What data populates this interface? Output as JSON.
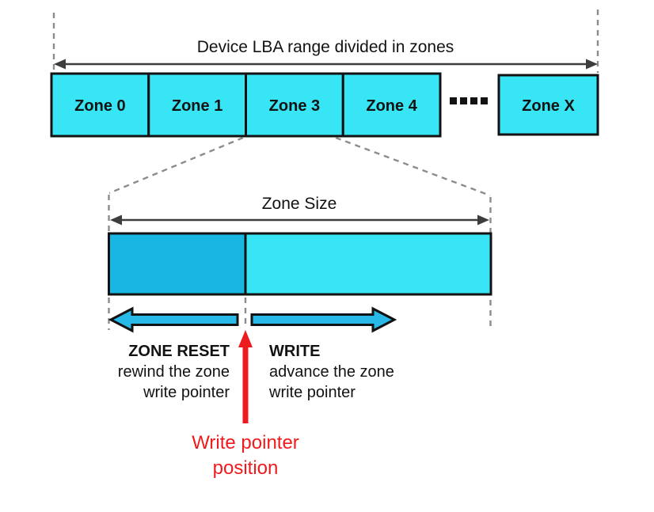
{
  "figure": {
    "title": "Device LBA range divided in zones",
    "zone_size_label": "Zone Size"
  },
  "zones": {
    "items": [
      {
        "label": "Zone 0"
      },
      {
        "label": "Zone 1"
      },
      {
        "label": "Zone 3"
      },
      {
        "label": "Zone 4"
      }
    ],
    "ellipsis_dot_count": 4,
    "last": {
      "label": "Zone X"
    }
  },
  "operations": {
    "reset": {
      "name": "ZONE RESET",
      "desc_line1": "rewind the zone",
      "desc_line2": "write pointer"
    },
    "write": {
      "name": "WRITE",
      "desc_line1": "advance the zone",
      "desc_line2": "write pointer"
    }
  },
  "pointer": {
    "label_line1": "Write pointer",
    "label_line2": "position"
  },
  "colors": {
    "zone_fill": "#38e5f5",
    "written_fill": "#17b6e3",
    "block_arrow_fill": "#29b9e8",
    "outline": "#121212",
    "range_arrow": "#3d3d3d",
    "dashed_guide": "#8c8c8c",
    "pointer_red": "#ee1b1e",
    "text_black": "#121212"
  }
}
